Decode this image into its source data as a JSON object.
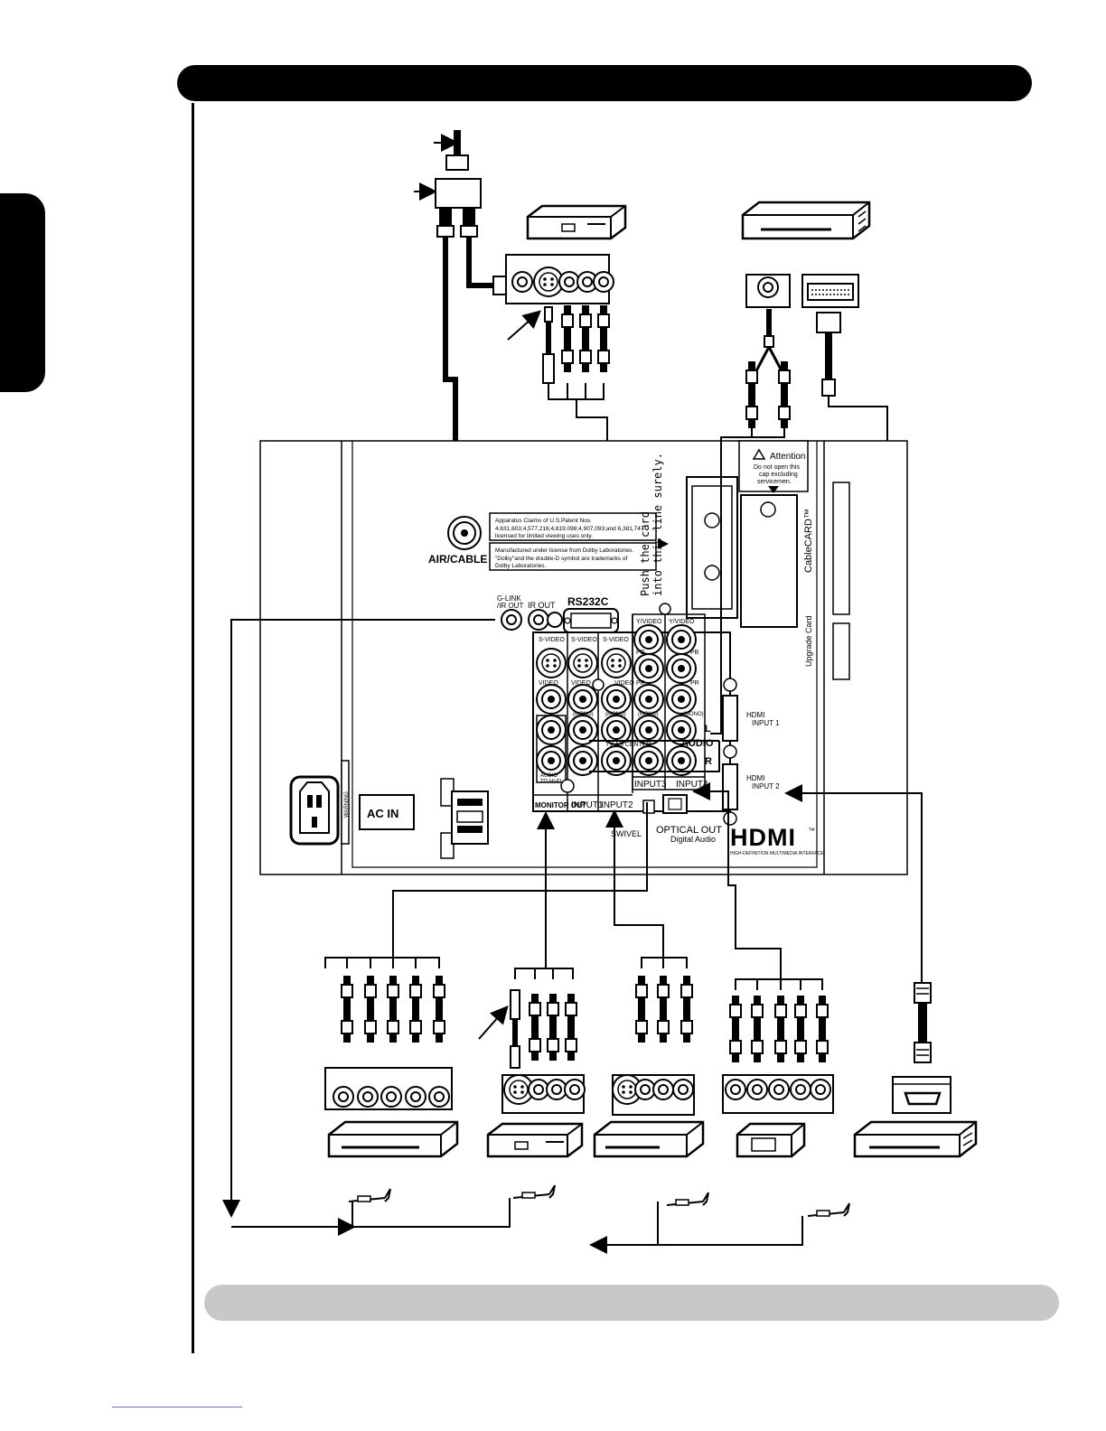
{
  "tv_panel": {
    "air_cable_label": "AIR/CABLE",
    "patent_notice": [
      "Apparatus Claims of U.S.Patent Nos.",
      "4,631,603;4,577,216;4,819,098;4,907,093;and 6,381,747",
      "licensed for limited viewing uses only."
    ],
    "dolby_notice": [
      "Manufactured under license from Dolby Laboratories.",
      "\"Dolby\"and the double-D symbol are trademarks of",
      "Dolby Laboratories."
    ],
    "push_card_text": [
      "Push the card",
      "into this line surely."
    ],
    "attention_title": "Attention",
    "attention_text": [
      "Do not open this",
      "cap excluding",
      "servicemen."
    ],
    "cablecard_label": "CableCARD™",
    "upgrade_card_label": "Upgrade Card",
    "g_link_label": "G-LINK",
    "ir_out_label_1": "/IR OUT",
    "ir_out_label_2": "IR OUT",
    "rs232c_label": "RS232C",
    "svideo_label": "S-VIDEO",
    "video_label": "VIDEO",
    "yvideo_label": "Y/VIDEO",
    "pb_label": "PB",
    "pr_label": "PR",
    "mono_label": "(MONO)",
    "tv_as_center_label": "TV AS CENTER",
    "audio_label": "AUDIO",
    "audio_l": "L",
    "audio_r": "R",
    "audio_to_hifi": "AUDIO\nTO HI-FI",
    "monitor_out_label": "MONITOR OUT",
    "input1_label": "INPUT1",
    "input2_label": "INPUT2",
    "input3_label": "INPUT3",
    "input4_label": "INPUT4",
    "hdmi_input1": [
      "HDMI",
      "INPUT 1"
    ],
    "hdmi_input2": [
      "HDMI",
      "INPUT 2"
    ],
    "swivel_label": "SWIVEL",
    "optical_out_label": "OPTICAL  OUT",
    "digital_audio_label": "Digital  Audio",
    "hdmi_logo": "HDMI",
    "hdmi_tm": "™",
    "hdmi_fine_print": "HIGH-DEFINITION MULTIMEDIA INTERFACE",
    "ac_in_label": "AC  IN",
    "warning_vertical": "WARNING"
  }
}
